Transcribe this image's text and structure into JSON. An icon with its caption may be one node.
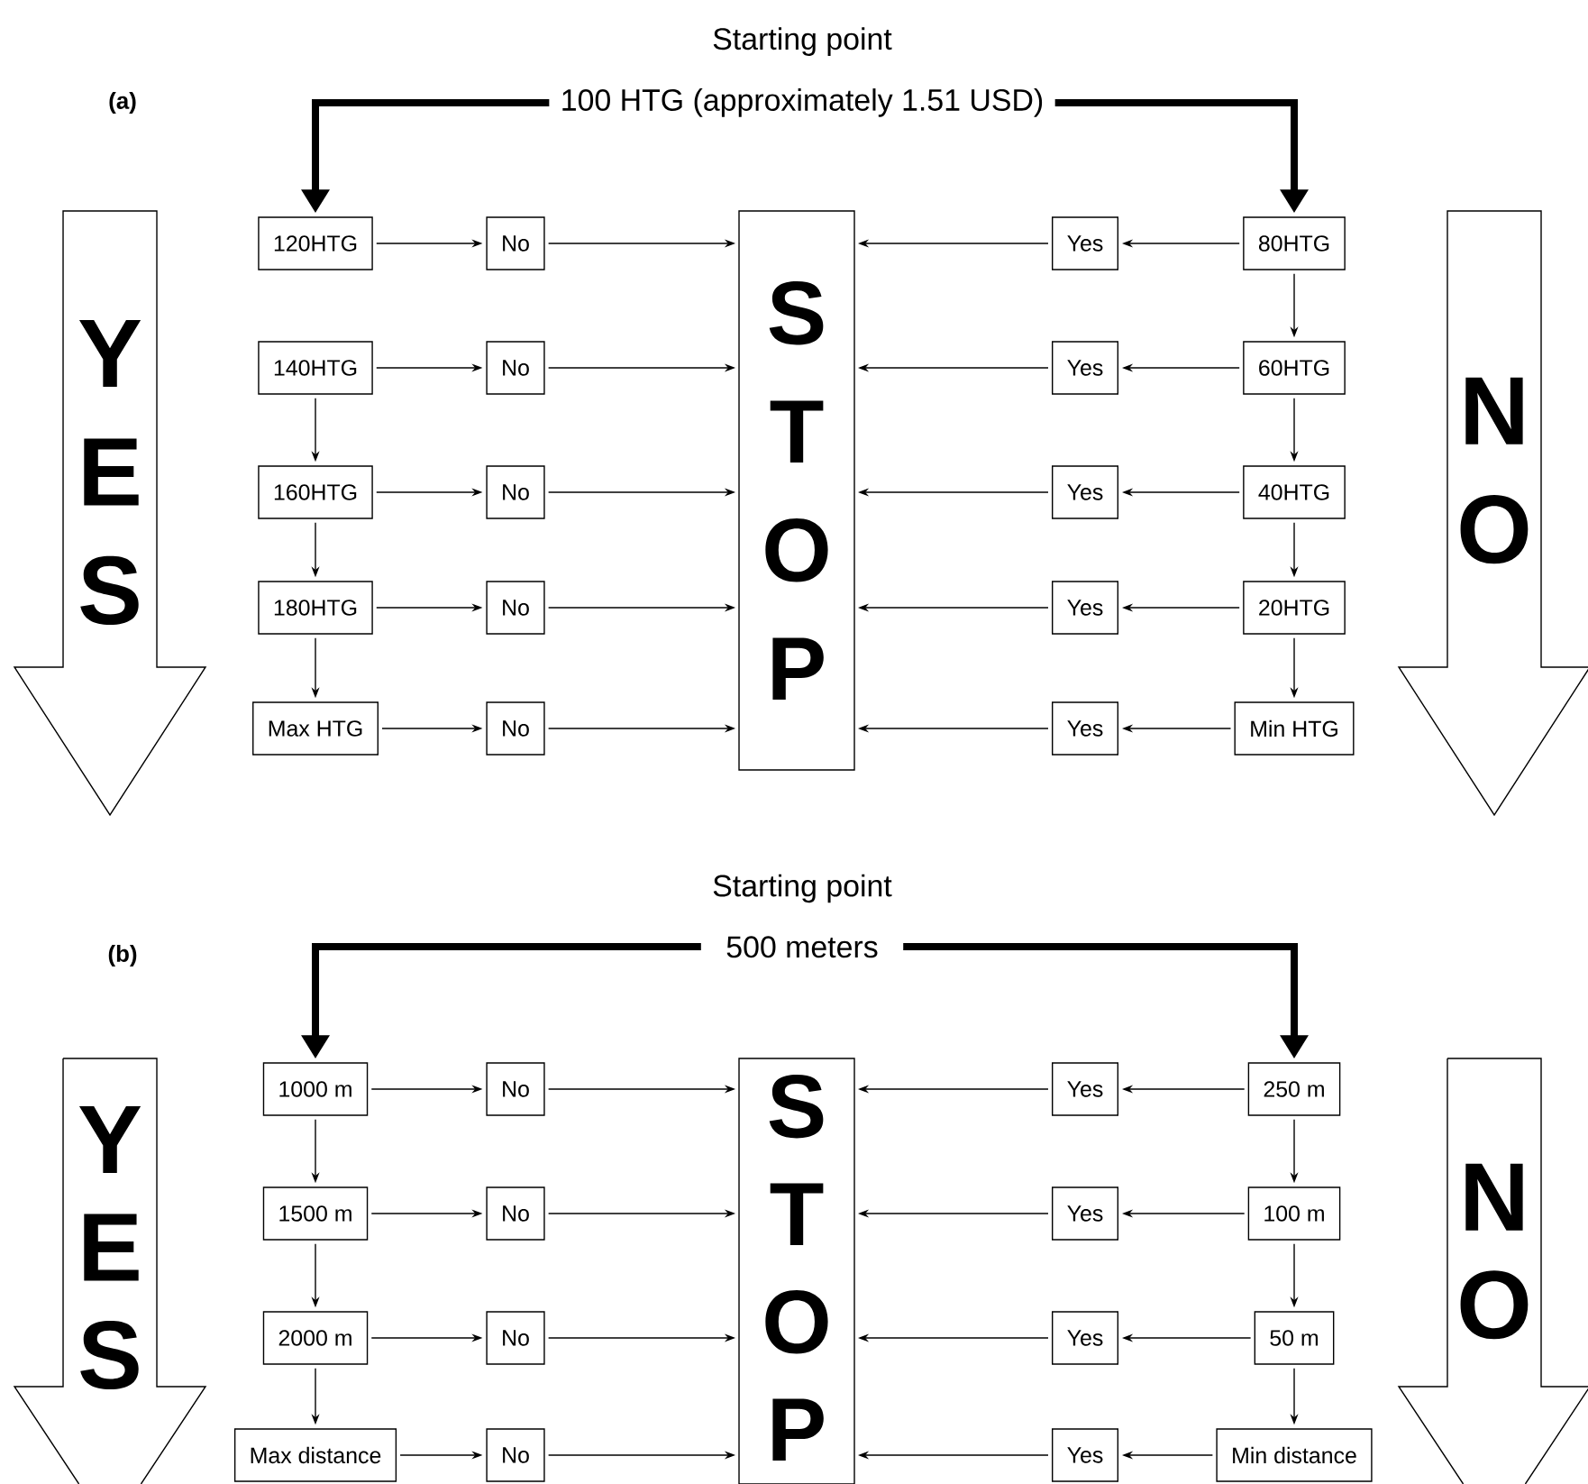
{
  "diagram": {
    "nodes": [
      {
        "text": [
          "Starting point",
          "100 HTG (approximately 1.51 USD)"
        ]
      },
      {
        "text": [
          "Y E S"
        ]
      },
      {
        "text": [
          "120HTG"
        ]
      },
      {
        "text": [
          "140HTG"
        ]
      },
      {
        "text": [
          "160HTG"
        ]
      },
      {
        "text": [
          "180HTG"
        ]
      },
      {
        "text": [
          "Max HTG"
        ]
      },
      {
        "text": [
          "No"
        ]
      },
      {
        "text": [
          "No"
        ]
      },
      {
        "text": [
          "No"
        ]
      },
      {
        "text": [
          "No"
        ]
      },
      {
        "text": [
          "No"
        ]
      },
      {
        "text": [
          "S T O P"
        ]
      },
      {
        "text": [
          "Yes"
        ]
      },
      {
        "text": [
          "Yes"
        ]
      },
      {
        "text": [
          "Yes"
        ]
      },
      {
        "text": [
          "Yes"
        ]
      },
      {
        "text": [
          "Yes"
        ]
      },
      {
        "text": [
          "80HTG"
        ]
      },
      {
        "text": [
          "60HTG"
        ]
      },
      {
        "text": [
          "40HTG"
        ]
      },
      {
        "text": [
          "20HTG"
        ]
      },
      {
        "text": [
          "Min HTG"
        ]
      },
      {
        "text": [
          "N O"
        ]
      },
      {
        "text": [
          "Starting point",
          "500 meters"
        ]
      },
      {
        "text": [
          "Y E S"
        ]
      },
      {
        "text": [
          "1000 m"
        ]
      },
      {
        "text": [
          "1500 m"
        ]
      },
      {
        "text": [
          "2000 m"
        ]
      },
      {
        "text": [
          "Max distance"
        ]
      },
      {
        "text": [
          "No"
        ]
      },
      {
        "text": [
          "No"
        ]
      },
      {
        "text": [
          "No"
        ]
      },
      {
        "text": [
          "No"
        ]
      },
      {
        "text": [
          "S T O P"
        ]
      },
      {
        "text": [
          "Yes"
        ]
      },
      {
        "text": [
          "Yes"
        ]
      },
      {
        "text": [
          "Yes"
        ]
      },
      {
        "text": [
          "Yes"
        ]
      },
      {
        "text": [
          "250 m"
        ]
      },
      {
        "text": [
          "100 m"
        ]
      },
      {
        "text": [
          "50 m"
        ]
      },
      {
        "text": [
          "Min distance"
        ]
      },
      {
        "text": [
          "N O"
        ]
      }
    ],
    "edges": [
      {
        "from": 0,
        "to": 2,
        "arrow": "to",
        "style": "thick"
      },
      {
        "from": 0,
        "to": 18,
        "arrow": "to",
        "style": "thick"
      },
      {
        "from": 2,
        "to": 7,
        "arrow": "to"
      },
      {
        "from": 3,
        "to": 8,
        "arrow": "to"
      },
      {
        "from": 4,
        "to": 9,
        "arrow": "to"
      },
      {
        "from": 5,
        "to": 10,
        "arrow": "to"
      },
      {
        "from": 6,
        "to": 11,
        "arrow": "to"
      },
      {
        "from": 7,
        "to": 12,
        "arrow": "to"
      },
      {
        "from": 8,
        "to": 12,
        "arrow": "to"
      },
      {
        "from": 9,
        "to": 12,
        "arrow": "to"
      },
      {
        "from": 10,
        "to": 12,
        "arrow": "to"
      },
      {
        "from": 11,
        "to": 12,
        "arrow": "to"
      },
      {
        "from": 3,
        "to": 4,
        "arrow": "to"
      },
      {
        "from": 4,
        "to": 5,
        "arrow": "to"
      },
      {
        "from": 5,
        "to": 6,
        "arrow": "to"
      },
      {
        "from": 13,
        "to": 12,
        "arrow": "to"
      },
      {
        "from": 14,
        "to": 12,
        "arrow": "to"
      },
      {
        "from": 15,
        "to": 12,
        "arrow": "to"
      },
      {
        "from": 16,
        "to": 12,
        "arrow": "to"
      },
      {
        "from": 17,
        "to": 12,
        "arrow": "to"
      },
      {
        "from": 18,
        "to": 13,
        "arrow": "to"
      },
      {
        "from": 19,
        "to": 14,
        "arrow": "to"
      },
      {
        "from": 20,
        "to": 15,
        "arrow": "to"
      },
      {
        "from": 21,
        "to": 16,
        "arrow": "to"
      },
      {
        "from": 22,
        "to": 17,
        "arrow": "to"
      },
      {
        "from": 18,
        "to": 19,
        "arrow": "to"
      },
      {
        "from": 19,
        "to": 20,
        "arrow": "to"
      },
      {
        "from": 20,
        "to": 21,
        "arrow": "to"
      },
      {
        "from": 21,
        "to": 22,
        "arrow": "to"
      },
      {
        "from": 24,
        "to": 26,
        "arrow": "to",
        "style": "thick"
      },
      {
        "from": 24,
        "to": 39,
        "arrow": "to",
        "style": "thick"
      },
      {
        "from": 26,
        "to": 30,
        "arrow": "to"
      },
      {
        "from": 27,
        "to": 31,
        "arrow": "to"
      },
      {
        "from": 28,
        "to": 32,
        "arrow": "to"
      },
      {
        "from": 29,
        "to": 33,
        "arrow": "to"
      },
      {
        "from": 30,
        "to": 34,
        "arrow": "to"
      },
      {
        "from": 31,
        "to": 34,
        "arrow": "to"
      },
      {
        "from": 32,
        "to": 34,
        "arrow": "to"
      },
      {
        "from": 33,
        "to": 34,
        "arrow": "to"
      },
      {
        "from": 26,
        "to": 27,
        "arrow": "to"
      },
      {
        "from": 27,
        "to": 28,
        "arrow": "to"
      },
      {
        "from": 28,
        "to": 29,
        "arrow": "to"
      },
      {
        "from": 35,
        "to": 34,
        "arrow": "to"
      },
      {
        "from": 36,
        "to": 34,
        "arrow": "to"
      },
      {
        "from": 37,
        "to": 34,
        "arrow": "to"
      },
      {
        "from": 38,
        "to": 34,
        "arrow": "to"
      },
      {
        "from": 39,
        "to": 35,
        "arrow": "to"
      },
      {
        "from": 40,
        "to": 36,
        "arrow": "to"
      },
      {
        "from": 41,
        "to": 37,
        "arrow": "to"
      },
      {
        "from": 42,
        "to": 38,
        "arrow": "to"
      },
      {
        "from": 39,
        "to": 40,
        "arrow": "to"
      },
      {
        "from": 40,
        "to": 41,
        "arrow": "to"
      },
      {
        "from": 41,
        "to": 42,
        "arrow": "to"
      }
    ],
    "labels": [
      "(a)",
      "(b)"
    ]
  }
}
